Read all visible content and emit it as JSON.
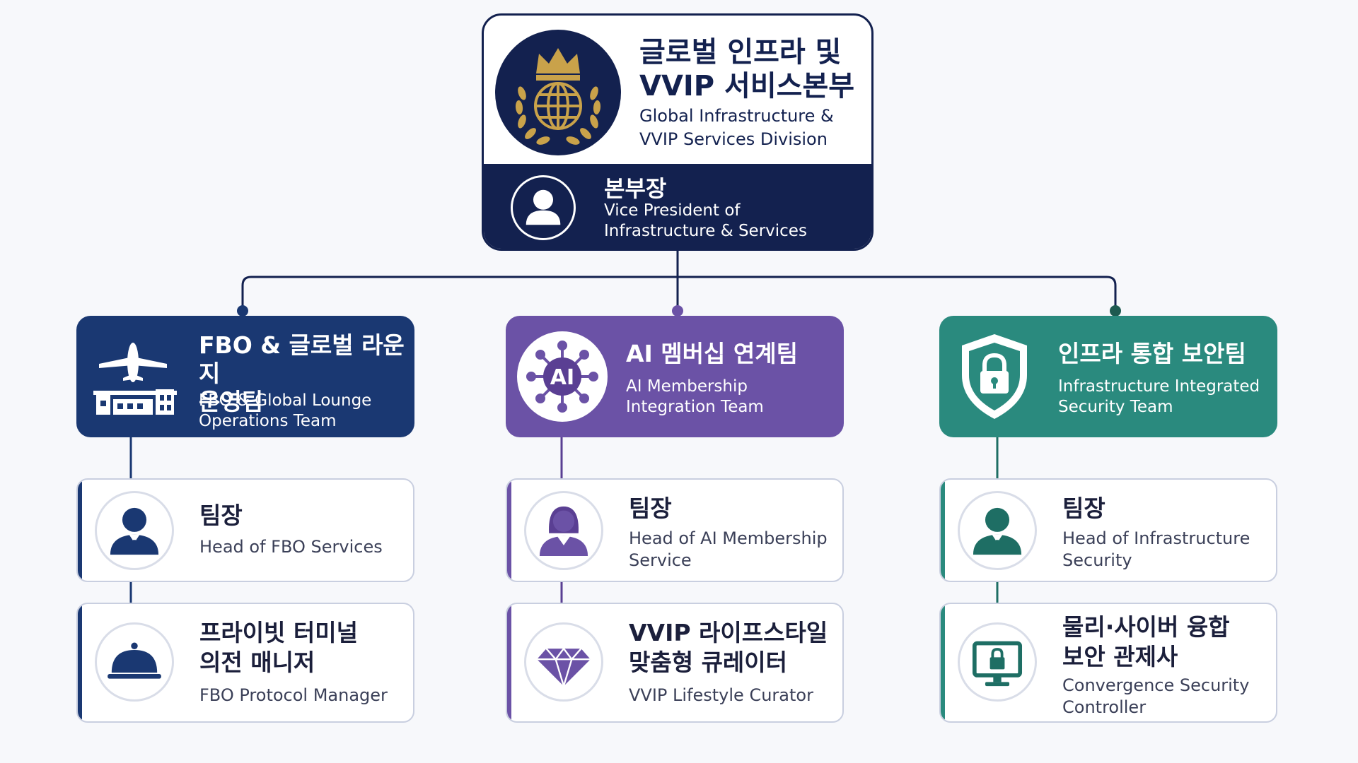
{
  "colors": {
    "navy": "#13214f",
    "fbo_blue": "#1a3872",
    "ai_purple": "#6b52a6",
    "security_teal": "#2a8a7e",
    "gold": "#c9a24a"
  },
  "division": {
    "emblem_icon": "crown-globe-laurel-icon",
    "title_ko_line1": "글로벌 인프라 및",
    "title_ko_line2": "VVIP 서비스본부",
    "title_en_line1": "Global Infrastructure &",
    "title_en_line2": "VVIP Services Division",
    "leader_icon": "person-icon",
    "leader_ko": "본부장",
    "leader_en_line1": "Vice President of",
    "leader_en_line2": "Infrastructure & Services"
  },
  "teams": [
    {
      "icon": "airplane-terminal-icon",
      "name_ko_line1": "FBO & 글로벌 라운지",
      "name_ko_line2": "운영팀",
      "name_en_line1": "FBO & Global Lounge",
      "name_en_line2": "Operations Team",
      "head": {
        "icon": "male-manager-icon",
        "title_ko": "팀장",
        "title_en_line1": "Head of FBO Services",
        "title_en_line2": ""
      },
      "member": {
        "icon": "service-bell-icon",
        "title_ko_line1": "프라이빗 터미널",
        "title_ko_line2": "의전 매니저",
        "title_en_line1": "FBO Protocol Manager",
        "title_en_line2": ""
      }
    },
    {
      "icon": "ai-network-icon",
      "icon_text": "AI",
      "name_ko_line1": "AI 멤버십 연계팀",
      "name_ko_line2": "",
      "name_en_line1": "AI Membership",
      "name_en_line2": "Integration Team",
      "head": {
        "icon": "female-manager-icon",
        "title_ko": "팀장",
        "title_en_line1": "Head of AI Membership",
        "title_en_line2": "Service"
      },
      "member": {
        "icon": "diamond-icon",
        "title_ko_line1": "VVIP 라이프스타일",
        "title_ko_line2": "맞춤형 큐레이터",
        "title_en_line1": "VVIP Lifestyle Curator",
        "title_en_line2": ""
      }
    },
    {
      "icon": "shield-lock-icon",
      "name_ko_line1": "인프라 통합 보안팀",
      "name_ko_line2": "",
      "name_en_line1": "Infrastructure Integrated",
      "name_en_line2": "Security Team",
      "head": {
        "icon": "male-manager-icon",
        "title_ko": "팀장",
        "title_en_line1": "Head of Infrastructure",
        "title_en_line2": "Security"
      },
      "member": {
        "icon": "monitor-lock-icon",
        "title_ko_line1": "물리·사이버 융합",
        "title_ko_line2": "보안 관제사",
        "title_en_line1": "Convergence Security",
        "title_en_line2": "Controller"
      }
    }
  ]
}
